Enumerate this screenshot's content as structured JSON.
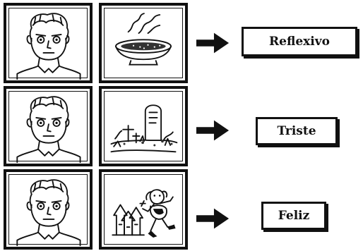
{
  "rows": [
    {
      "scene": "soup-bowl",
      "emotion": "Reflexivo"
    },
    {
      "scene": "gravestone",
      "emotion": "Triste"
    },
    {
      "scene": "castle-and-dancer",
      "emotion": "Feliz"
    }
  ],
  "colors": {
    "ink": "#111111",
    "paper": "#ffffff"
  }
}
